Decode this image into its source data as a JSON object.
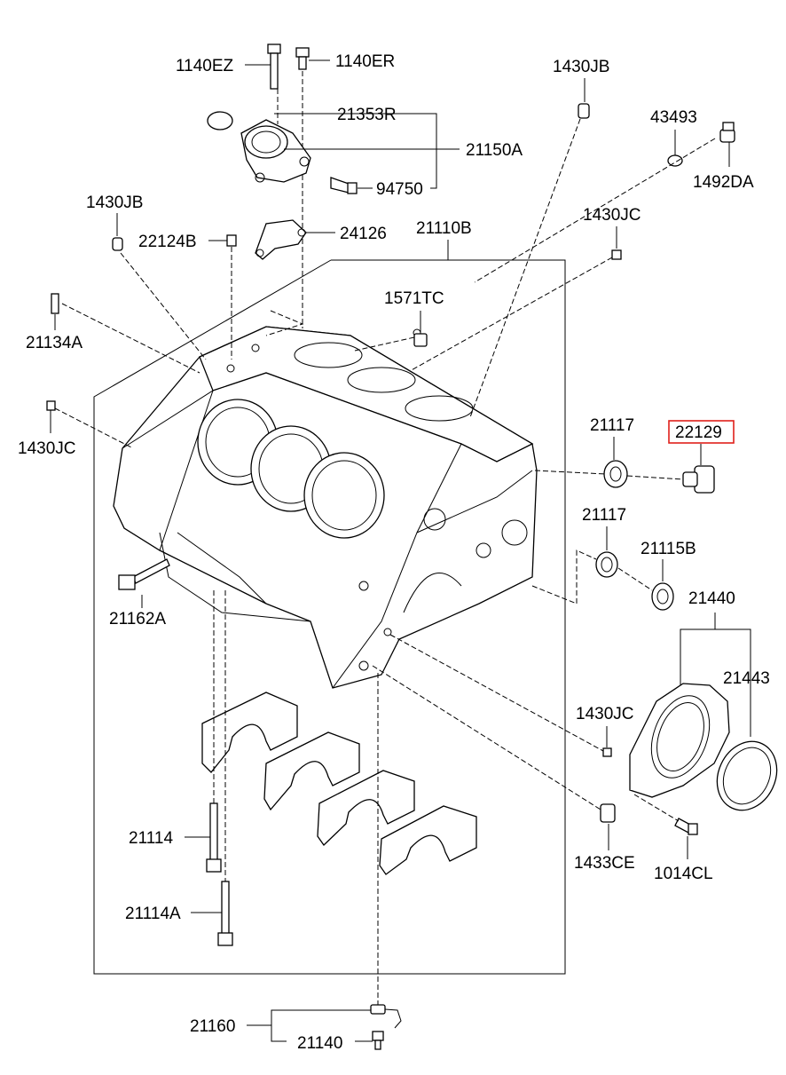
{
  "labels": {
    "p1140EZ": "1140EZ",
    "p1140ER": "1140ER",
    "p1430JB_top": "1430JB",
    "p21353R": "21353R",
    "p21150A": "21150A",
    "p94750": "94750",
    "p43493": "43493",
    "p1492DA": "1492DA",
    "p1430JB_left": "1430JB",
    "p1430JC_top": "1430JC",
    "p22124B": "22124B",
    "p24126": "24126",
    "p21110B": "21110B",
    "p1571TC": "1571TC",
    "p21134A": "21134A",
    "p1430JC_left": "1430JC",
    "p21117_a": "21117",
    "p22129": "22129",
    "p21117_b": "21117",
    "p21115B": "21115B",
    "p21440": "21440",
    "p21162A": "21162A",
    "p21443": "21443",
    "p1430JC_right": "1430JC",
    "p21114": "21114",
    "p1433CE": "1433CE",
    "p1014CL": "1014CL",
    "p21114A": "21114A",
    "p21160": "21160",
    "p21140": "21140"
  },
  "highlight_color": "#e0201b"
}
